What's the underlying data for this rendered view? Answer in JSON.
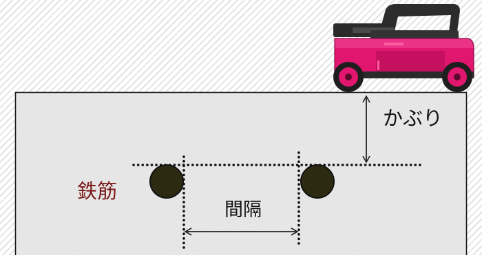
{
  "labels": {
    "rebar": "鉄筋",
    "spacing": "間隔",
    "cover": "かぶり"
  },
  "colors": {
    "rebar_fill": "#2d2a12",
    "rebar_label": "#7a1a1a",
    "concrete": "#e9e9e9",
    "scanner_body": "#e0166f",
    "scanner_handle": "#2c2c2c"
  },
  "icons": {
    "scanner": "rebar-scanner-device"
  }
}
